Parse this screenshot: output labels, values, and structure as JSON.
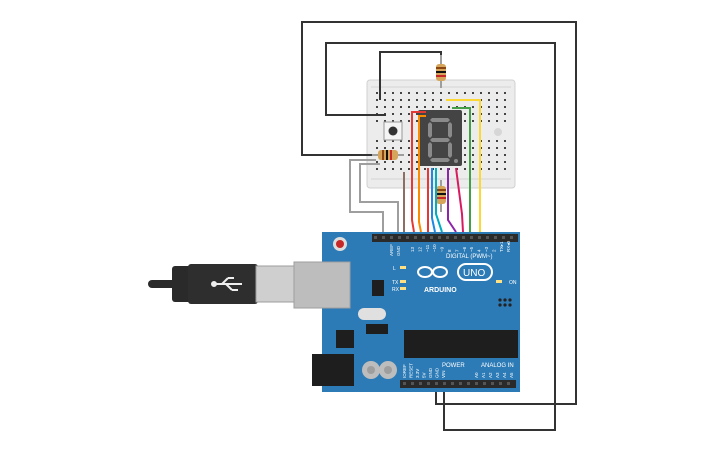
{
  "board": {
    "brand": "ARDUINO",
    "model": "UNO",
    "digital_header": "DIGITAL (PWM~)",
    "power_header": "POWER",
    "analog_header": "ANALOG IN",
    "on_label": "ON",
    "tx_label": "TX",
    "rx_label": "RX",
    "l_label": "L",
    "aref": "AREF",
    "gnd": "GND",
    "digital_pins": [
      "13",
      "12",
      "~11",
      "~10",
      "~9",
      "8",
      "7",
      "~6",
      "~5",
      "4",
      "~3",
      "2",
      "TX▸1",
      "RX◂0"
    ],
    "power_pins": [
      "IOREF",
      "RESET",
      "3.3V",
      "5V",
      "GND",
      "GND",
      "VIN"
    ],
    "analog_pins": [
      "A0",
      "A1",
      "A2",
      "A3",
      "A4",
      "A5"
    ]
  },
  "display": {
    "digit": "8"
  },
  "colors": {
    "board": "#2c7bb6",
    "wire_red": "#e53935",
    "wire_orange": "#fb8c00",
    "wire_blue": "#1e88e5",
    "wire_cyan": "#00acc1",
    "wire_purple": "#8e24aa",
    "wire_magenta": "#d81b60",
    "wire_green": "#43a047",
    "wire_yellow": "#fdd835",
    "wire_brown": "#8d6e63",
    "wire_gray": "#9e9e9e",
    "wire_black": "#333333"
  }
}
